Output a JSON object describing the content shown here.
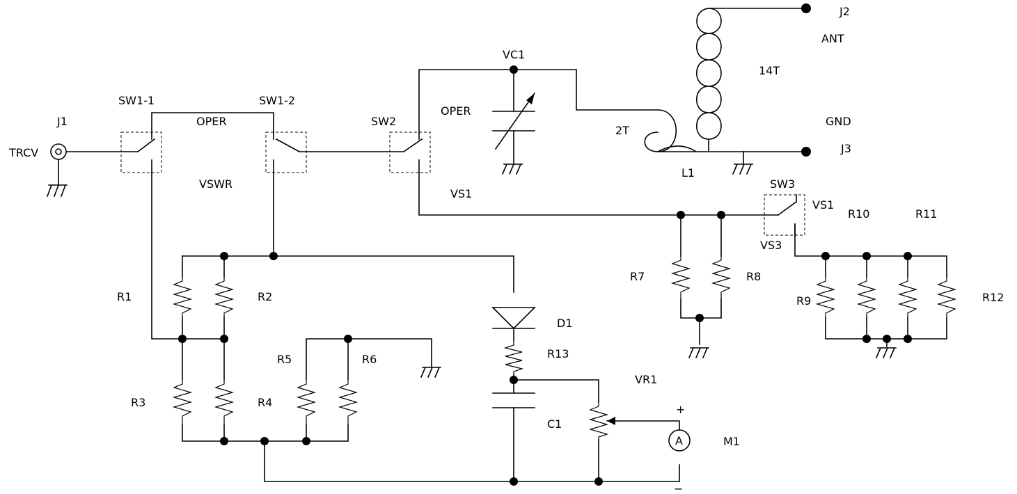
{
  "labels": {
    "J1": "J1",
    "TRCV": "TRCV",
    "SW1_1": "SW1-1",
    "SW1_2": "SW1-2",
    "OPER1": "OPER",
    "VSWR": "VSWR",
    "SW2": "SW2",
    "OPER2": "OPER",
    "VC1": "VC1",
    "T2": "2T",
    "L1": "L1",
    "T14": "14T",
    "J2": "J2",
    "ANT": "ANT",
    "GND": "GND",
    "J3": "J3",
    "VS1a": "VS1",
    "SW3": "SW3",
    "VS1b": "VS1",
    "VS3": "VS3",
    "R1": "R1",
    "R2": "R2",
    "R3": "R3",
    "R4": "R4",
    "R5": "R5",
    "R6": "R6",
    "R7": "R7",
    "R8": "R8",
    "R9": "R9",
    "R10": "R10",
    "R11": "R11",
    "R12": "R12",
    "R13": "R13",
    "D1": "D1",
    "C1": "C1",
    "VR1": "VR1",
    "M1": "M1",
    "meter": "A",
    "plus": "+",
    "minus": "−"
  }
}
